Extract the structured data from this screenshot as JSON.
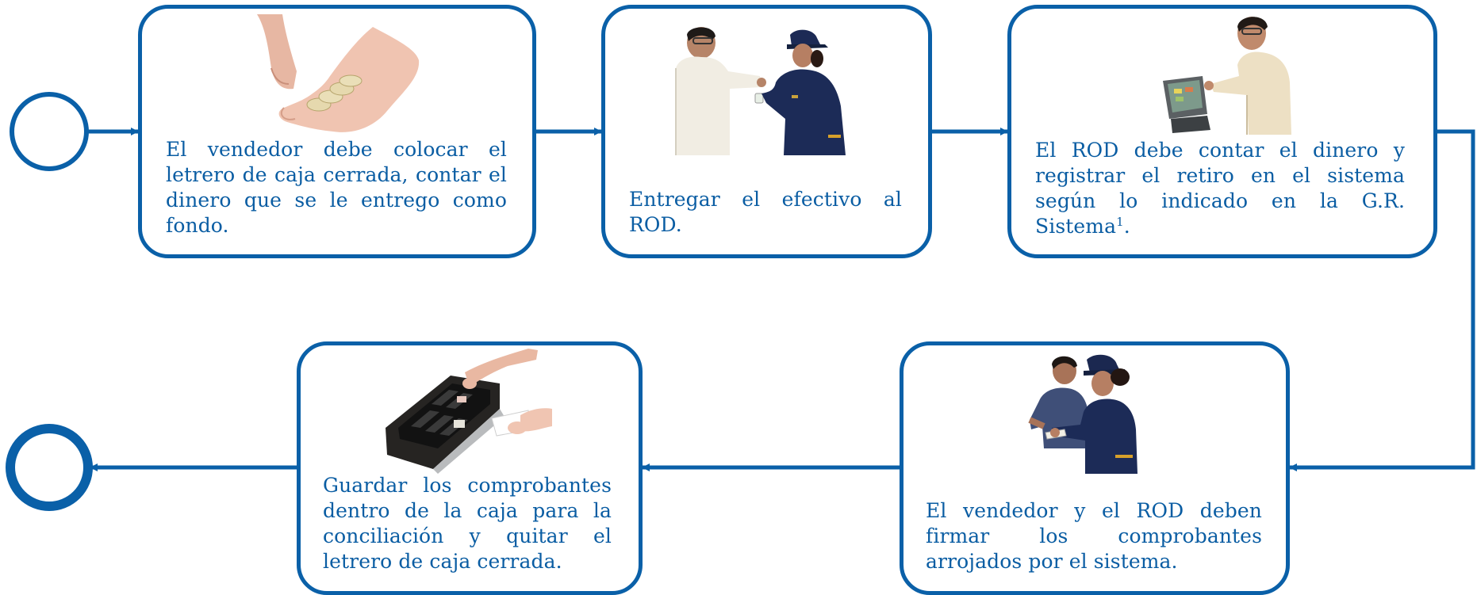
{
  "colors": {
    "stroke": "#0a60a8",
    "text": "#0a5da3",
    "background": "#ffffff"
  },
  "events": {
    "start": {
      "icon": "start-event-circle"
    },
    "end": {
      "icon": "end-event-circle"
    }
  },
  "steps": [
    {
      "text": "El vendedor debe colocar el letrero de caja cerrada, contar el dinero que se le entrego como fondo.",
      "icon": "hand-counting-coins"
    },
    {
      "text": "Entregar el efectivo al ROD.",
      "icon": "cashier-handing-cash"
    },
    {
      "text_main": "El ROD debe contar el dinero y registrar el retiro en el sistema según lo indicado en la G.R. Sistema",
      "text_sup": "1",
      "text_tail": ".",
      "icon": "manager-at-pos-terminal"
    },
    {
      "text": "El vendedor y el ROD deben firmar los comprobantes arrojados por el sistema.",
      "icon": "two-people-signing"
    },
    {
      "text": "Guardar los comprobantes dentro de la caja para la conciliación y quitar el letrero de caja cerrada.",
      "icon": "cash-drawer-receipts"
    }
  ]
}
